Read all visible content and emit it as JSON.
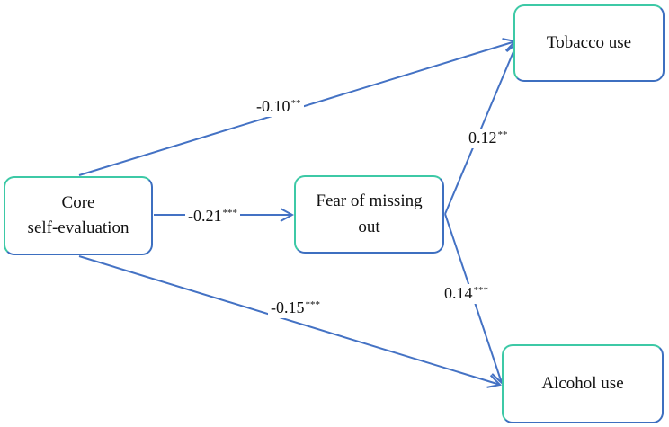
{
  "colors": {
    "arrow": "#4472c4",
    "node_border_light": "#3dc9a6",
    "node_border_dark": "#3d6fc0",
    "text": "#111111"
  },
  "nodes": {
    "core": {
      "line1": "Core",
      "line2": "self-evaluation"
    },
    "fomo": {
      "line1": "Fear of missing",
      "line2": "out"
    },
    "tobacco": {
      "label": "Tobacco use"
    },
    "alcohol": {
      "label": "Alcohol use"
    }
  },
  "paths": {
    "core_tobacco": {
      "value": "-0.10",
      "sig": "**"
    },
    "core_fomo": {
      "value": "-0.21",
      "sig": "***"
    },
    "fomo_tobacco": {
      "value": "0.12",
      "sig": "**"
    },
    "fomo_alcohol": {
      "value": "0.14",
      "sig": "***"
    },
    "core_alcohol": {
      "value": "-0.15",
      "sig": "***"
    }
  }
}
